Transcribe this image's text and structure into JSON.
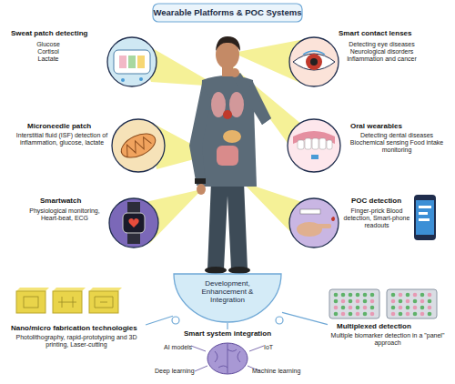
{
  "diagram": {
    "title": "Wearable Platforms & POC Systems",
    "nodes": [
      {
        "text": [
          "Sweat patch detecting",
          "Glucose Cortisol Lactate"
        ]
      },
      {
        "text": [
          "Smart contact lenses",
          "Detecting eye diseases Neurological disorders Inflammation and cancer"
        ]
      },
      {
        "text": [
          "Microneedle patch",
          "Interstitial fluid (ISF) detection of inflammation, glucose, lactate"
        ]
      },
      {
        "text": [
          "Oral wearables",
          "Detecting dental diseases Biochemical sensing Food intake monitoring"
        ]
      },
      {
        "text": [
          "Smartwatch",
          "Physiological monitoring, Heart-beat, ECG"
        ]
      },
      {
        "text": [
          "POC detection",
          "Finger-prick Blood detection, Smart-phone readouts"
        ]
      },
      {
        "text": [
          "Development, Enhancement & Integration"
        ]
      },
      {
        "text": [
          "Nano/micro fabrication technologies",
          "Photolithography, rapid-prototyping and 3D printing, Laser-cutting"
        ]
      },
      {
        "text": [
          "Smart system integration",
          "AI models",
          "IoT",
          "Deep learning",
          "Machine learning"
        ]
      },
      {
        "text": [
          "Multiplexed detection",
          "Multiple biomarker detection in a \"panel\" approach"
        ]
      }
    ],
    "edges": [
      {
        "from": 6,
        "to": 7,
        "arrow": "none"
      },
      {
        "from": 6,
        "to": 8,
        "arrow": "none"
      },
      {
        "from": 6,
        "to": 9,
        "arrow": "none"
      }
    ]
  }
}
